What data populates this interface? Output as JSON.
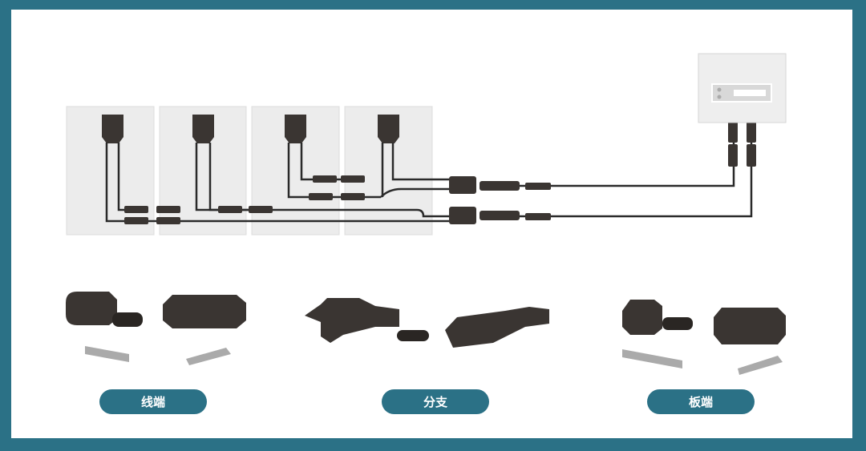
{
  "colors": {
    "frame": "#2b7186",
    "panel": "#ececec",
    "cable": "#2a2a2a",
    "connector": "#3a3532"
  },
  "labels": {
    "line_end": "线端",
    "branch": "分支",
    "panel_end": "板端"
  }
}
